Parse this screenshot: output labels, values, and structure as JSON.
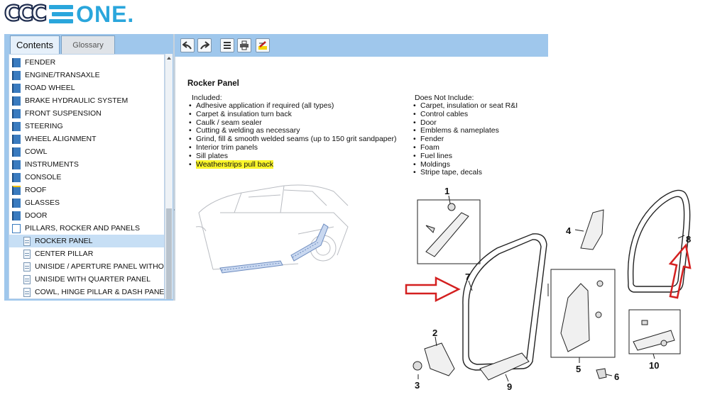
{
  "logo": {
    "part1": "CCC",
    "part2": "ONE."
  },
  "left_panel": {
    "tabs": [
      {
        "label": "Contents"
      },
      {
        "label": "Glossary"
      }
    ],
    "tree_items": [
      {
        "label": "FENDER"
      },
      {
        "label": "ENGINE/TRANSAXLE"
      },
      {
        "label": "ROAD WHEEL"
      },
      {
        "label": "BRAKE HYDRAULIC SYSTEM"
      },
      {
        "label": "FRONT SUSPENSION"
      },
      {
        "label": "STEERING"
      },
      {
        "label": "WHEEL ALIGNMENT"
      },
      {
        "label": "COWL"
      },
      {
        "label": "INSTRUMENTS"
      },
      {
        "label": "CONSOLE"
      },
      {
        "label": "ROOF"
      },
      {
        "label": "GLASSES"
      },
      {
        "label": "DOOR"
      },
      {
        "label": "PILLARS, ROCKER AND PANELS"
      },
      {
        "label": "ROCKER PANEL"
      },
      {
        "label": "CENTER PILLAR"
      },
      {
        "label": "UNISIDE / APERTURE PANEL WITHO"
      },
      {
        "label": "UNISIDE WITH QUARTER PANEL"
      },
      {
        "label": "COWL, HINGE PILLAR & DASH PANE"
      }
    ]
  },
  "toolbar": {
    "buttons": [
      {
        "icon": "back-arrow-icon"
      },
      {
        "icon": "forward-arrow-icon"
      },
      {
        "icon": "list-icon"
      },
      {
        "icon": "print-icon"
      },
      {
        "icon": "highlight-icon"
      }
    ]
  },
  "content": {
    "title": "Rocker Panel",
    "included_label": "Included:",
    "included": [
      "Adhesive application if required (all types)",
      "Carpet & insulation turn back",
      "Caulk / seam sealer",
      "Cutting & welding as necessary",
      "Grind, fill & smooth welded seams (up to 150 grit sandpaper)",
      "Interior trim panels",
      "Sill plates",
      "Weatherstrips pull back"
    ],
    "not_included_label": "Does Not Include:",
    "not_included": [
      "Carpet, insulation or seat R&I",
      "Control cables",
      "Door",
      "Emblems & nameplates",
      "Fender",
      "Foam",
      "Fuel lines",
      "Moldings",
      "Stripe tape, decals"
    ]
  },
  "parts_diagram": {
    "callouts": [
      "1",
      "2",
      "3",
      "4",
      "5",
      "6",
      "7",
      "8",
      "9",
      "10"
    ],
    "arrow_color": "#d42020"
  },
  "colors": {
    "panel_blue": "#9fc7ec",
    "highlight": "#fbf62a",
    "logo_blue": "#2aa6dc"
  }
}
